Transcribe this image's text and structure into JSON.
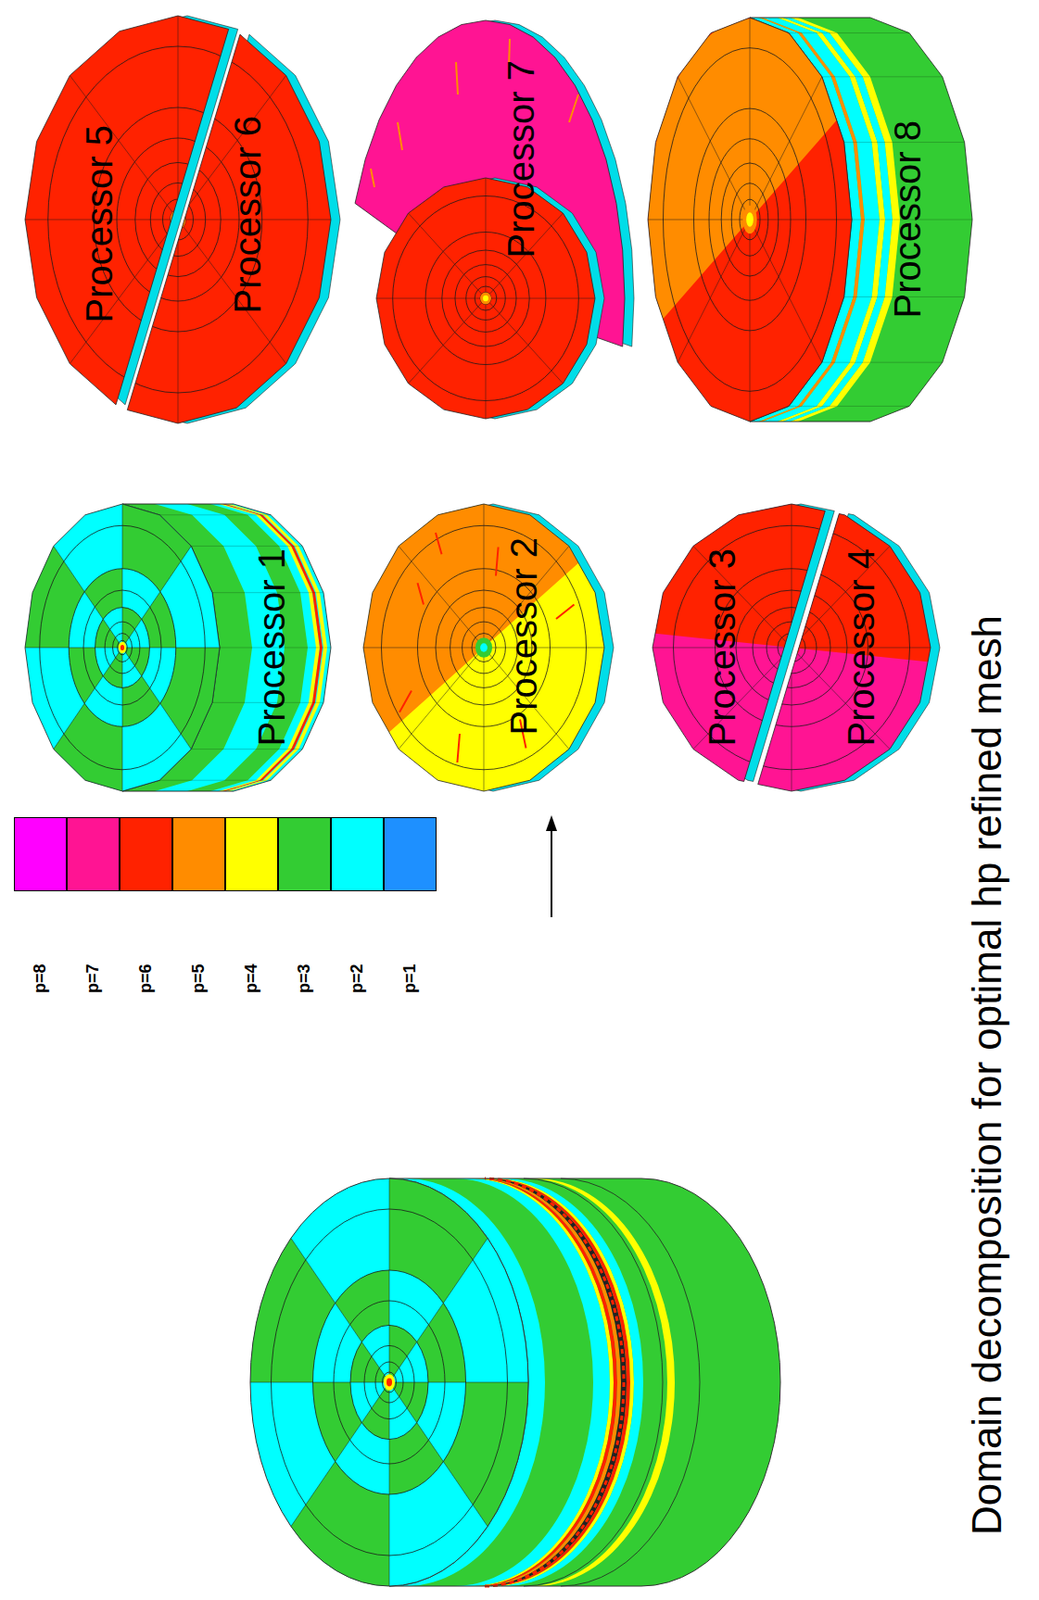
{
  "diagram": {
    "caption": "Domain decomposition for optimal hp refined mesh",
    "nodes": [
      {
        "text": [
          "Processor 1"
        ]
      },
      {
        "text": [
          "Processor 2"
        ]
      },
      {
        "text": [
          "Processor 3"
        ]
      },
      {
        "text": [
          "Processor 4"
        ]
      },
      {
        "text": [
          "Processor 5"
        ]
      },
      {
        "text": [
          "Processor 6"
        ]
      },
      {
        "text": [
          "Processor 7"
        ]
      },
      {
        "text": [
          "Processor 8"
        ]
      }
    ],
    "legend": [
      {
        "text": "p=8",
        "color": "#ff00ff"
      },
      {
        "text": "p=7",
        "color": "#ff1493"
      },
      {
        "text": "p=6",
        "color": "#ff2200"
      },
      {
        "text": "p=5",
        "color": "#ff8c00"
      },
      {
        "text": "p=4",
        "color": "#ffff00"
      },
      {
        "text": "p=3",
        "color": "#33cc33"
      },
      {
        "text": "p=2",
        "color": "#00ffff"
      },
      {
        "text": "p=1",
        "color": "#1e90ff"
      }
    ]
  }
}
